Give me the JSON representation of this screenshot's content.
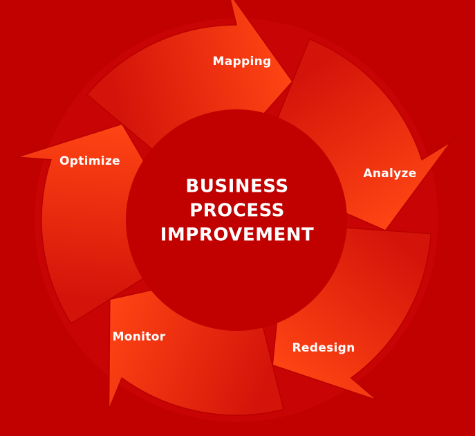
{
  "colors": {
    "background": "#c10000",
    "arrow_light": "#ff4514",
    "arrow_dark": "#d4140a",
    "inner_circle": "#c10000",
    "text": "#ffffff"
  },
  "center": {
    "line1": "BUSINESS",
    "line2": "PROCESS",
    "line3": "IMPROVEMENT"
  },
  "steps": [
    {
      "label": "Mapping"
    },
    {
      "label": "Analyze"
    },
    {
      "label": "Redesign"
    },
    {
      "label": "Monitor"
    },
    {
      "label": "Optimize"
    }
  ]
}
